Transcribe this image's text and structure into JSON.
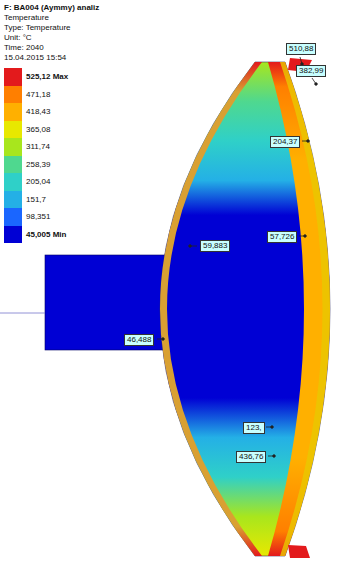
{
  "diagram": {
    "title": "F: BA004 (Aymmy) analiz",
    "labels": [
      "Temperature",
      "Type: Temperature",
      "Unit: °C",
      "Time: 2040",
      "15.04.2015 15:54",
      "510,88",
      "382,99",
      "204,37",
      "57,726",
      "59,883",
      "46,488",
      "123,",
      "436,76"
    ],
    "legend": [
      {
        "text": "525,12 Max",
        "color": "#e31a1c"
      },
      {
        "text": "471,18",
        "color": "#ff7f00"
      },
      {
        "text": "418,43",
        "color": "#ffb000"
      },
      {
        "text": "365,08",
        "color": "#e8e800"
      },
      {
        "text": "311,74",
        "color": "#a8e61d"
      },
      {
        "text": "258,39",
        "color": "#4fd88f"
      },
      {
        "text": "205,04",
        "color": "#2fd0c8"
      },
      {
        "text": "151,7",
        "color": "#24b0e6"
      },
      {
        "text": "98,351",
        "color": "#1a66ff"
      },
      {
        "text": "45,005 Min",
        "color": "#0000d4"
      }
    ]
  }
}
